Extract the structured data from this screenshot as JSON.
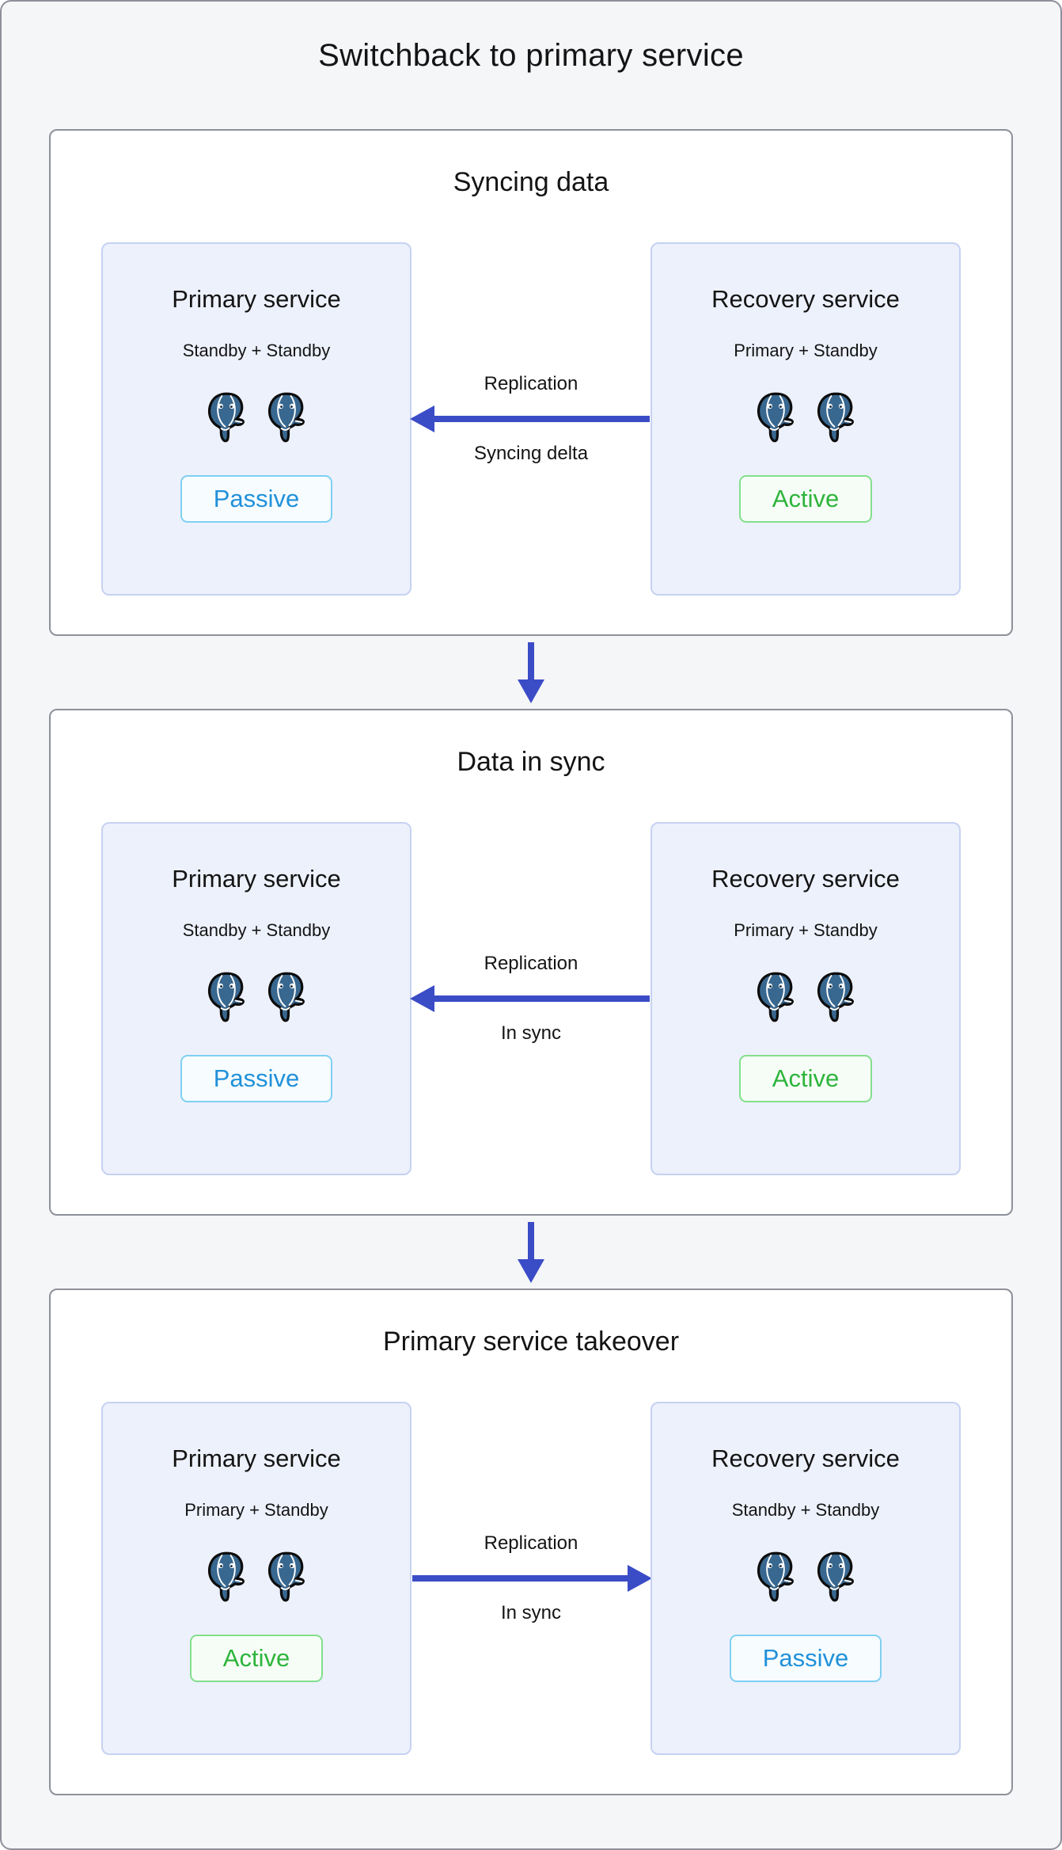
{
  "title": "Switchback to primary service",
  "colors": {
    "accent": "#3b4cc7",
    "canvas_bg": "#f5f6f8",
    "panel_bg": "#ffffff",
    "panel_border": "#8e909b",
    "node_bg": "#edf1fc",
    "node_border": "#c6d2f2",
    "active_text": "#2eb43c",
    "active_border": "#83df8c",
    "active_bg": "#f6fdf6",
    "passive_text": "#2191d9",
    "passive_border": "#7fd0f2",
    "passive_bg": "#f7fcff",
    "postgres_blue": "#38678f",
    "text": "#141414"
  },
  "icons": {
    "database_icon": "postgresql-elephant-icon",
    "databases_per_service": 2
  },
  "sections": [
    {
      "header": "Syncing data",
      "left": {
        "title": "Primary service",
        "subtitle": "Standby + Standby",
        "badge_label": "Passive",
        "badge_type": "passive"
      },
      "arrow": {
        "direction": "left",
        "label_top": "Replication",
        "label_bottom": "Syncing delta"
      },
      "right": {
        "title": "Recovery service",
        "subtitle": "Primary + Standby",
        "badge_label": "Active",
        "badge_type": "active"
      }
    },
    {
      "header": "Data in sync",
      "left": {
        "title": "Primary service",
        "subtitle": "Standby + Standby",
        "badge_label": "Passive",
        "badge_type": "passive"
      },
      "arrow": {
        "direction": "left",
        "label_top": "Replication",
        "label_bottom": "In sync"
      },
      "right": {
        "title": "Recovery service",
        "subtitle": "Primary + Standby",
        "badge_label": "Active",
        "badge_type": "active"
      }
    },
    {
      "header": "Primary service takeover",
      "left": {
        "title": "Primary service",
        "subtitle": "Primary + Standby",
        "badge_label": "Active",
        "badge_type": "active"
      },
      "arrow": {
        "direction": "right",
        "label_top": "Replication",
        "label_bottom": "In sync"
      },
      "right": {
        "title": "Recovery service",
        "subtitle": "Standby + Standby",
        "badge_label": "Passive",
        "badge_type": "passive"
      }
    }
  ]
}
